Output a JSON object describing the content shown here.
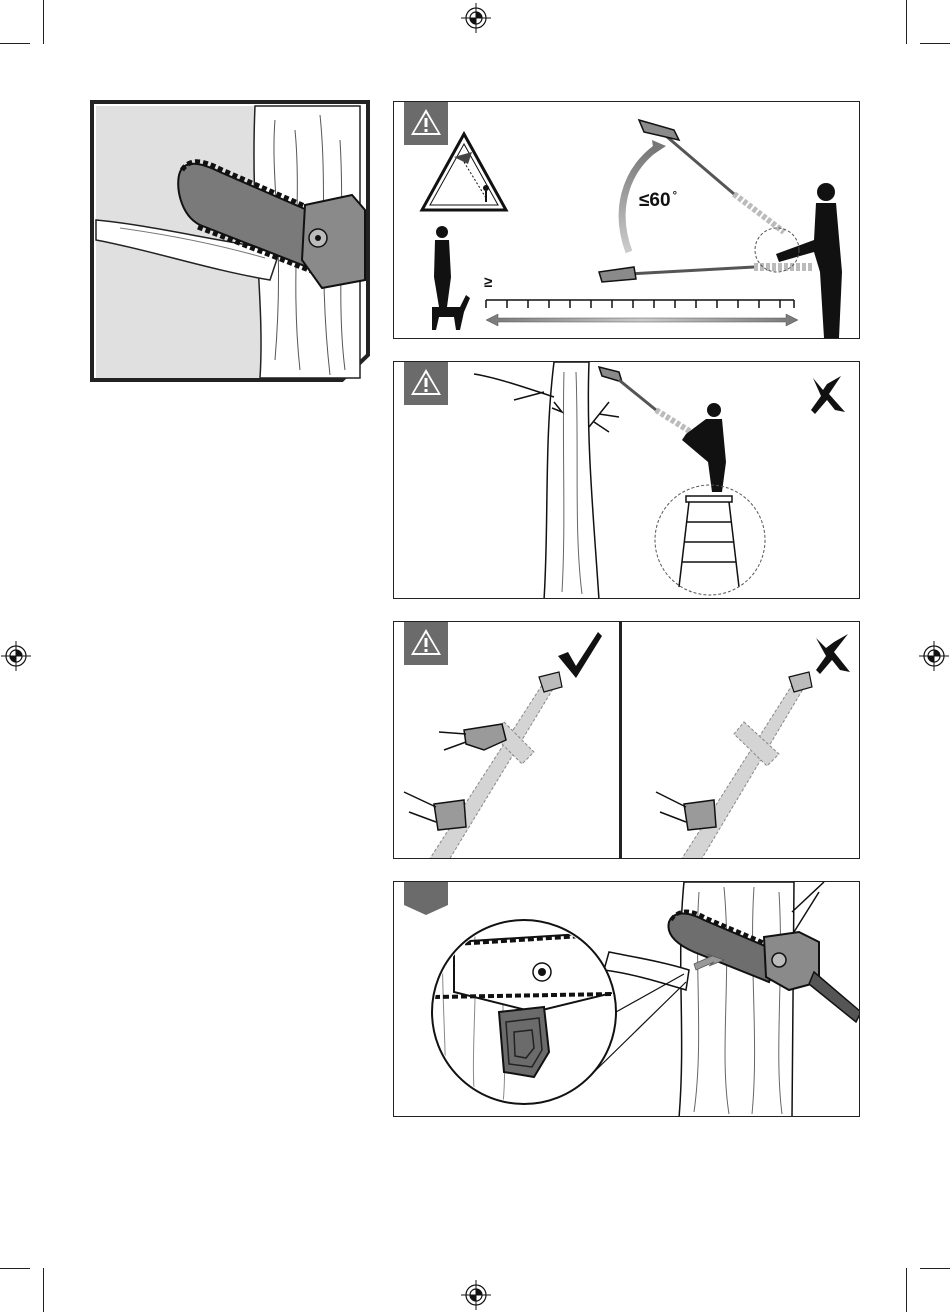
{
  "figures": {
    "fig_a": {
      "name": "saw-cutting-branch-closeup"
    },
    "fig_b": {
      "warning_icon": "warning-triangle-icon",
      "angle_text": "≤60",
      "angle_unit": "°",
      "distance_text": "≥"
    },
    "fig_c": {
      "warning_icon": "warning-triangle-icon",
      "prohibited_icon": "cross-mark-icon"
    },
    "fig_d": {
      "warning_icon": "warning-triangle-icon",
      "correct_icon": "check-mark-icon",
      "prohibited_icon": "cross-mark-icon"
    },
    "fig_e": {
      "tab_icon": "blank-tab"
    }
  },
  "colors": {
    "line": "#222222",
    "grey_tab": "#6b6b6b",
    "light_grey": "#d9d9d9",
    "mid_grey": "#a8a8a8"
  }
}
